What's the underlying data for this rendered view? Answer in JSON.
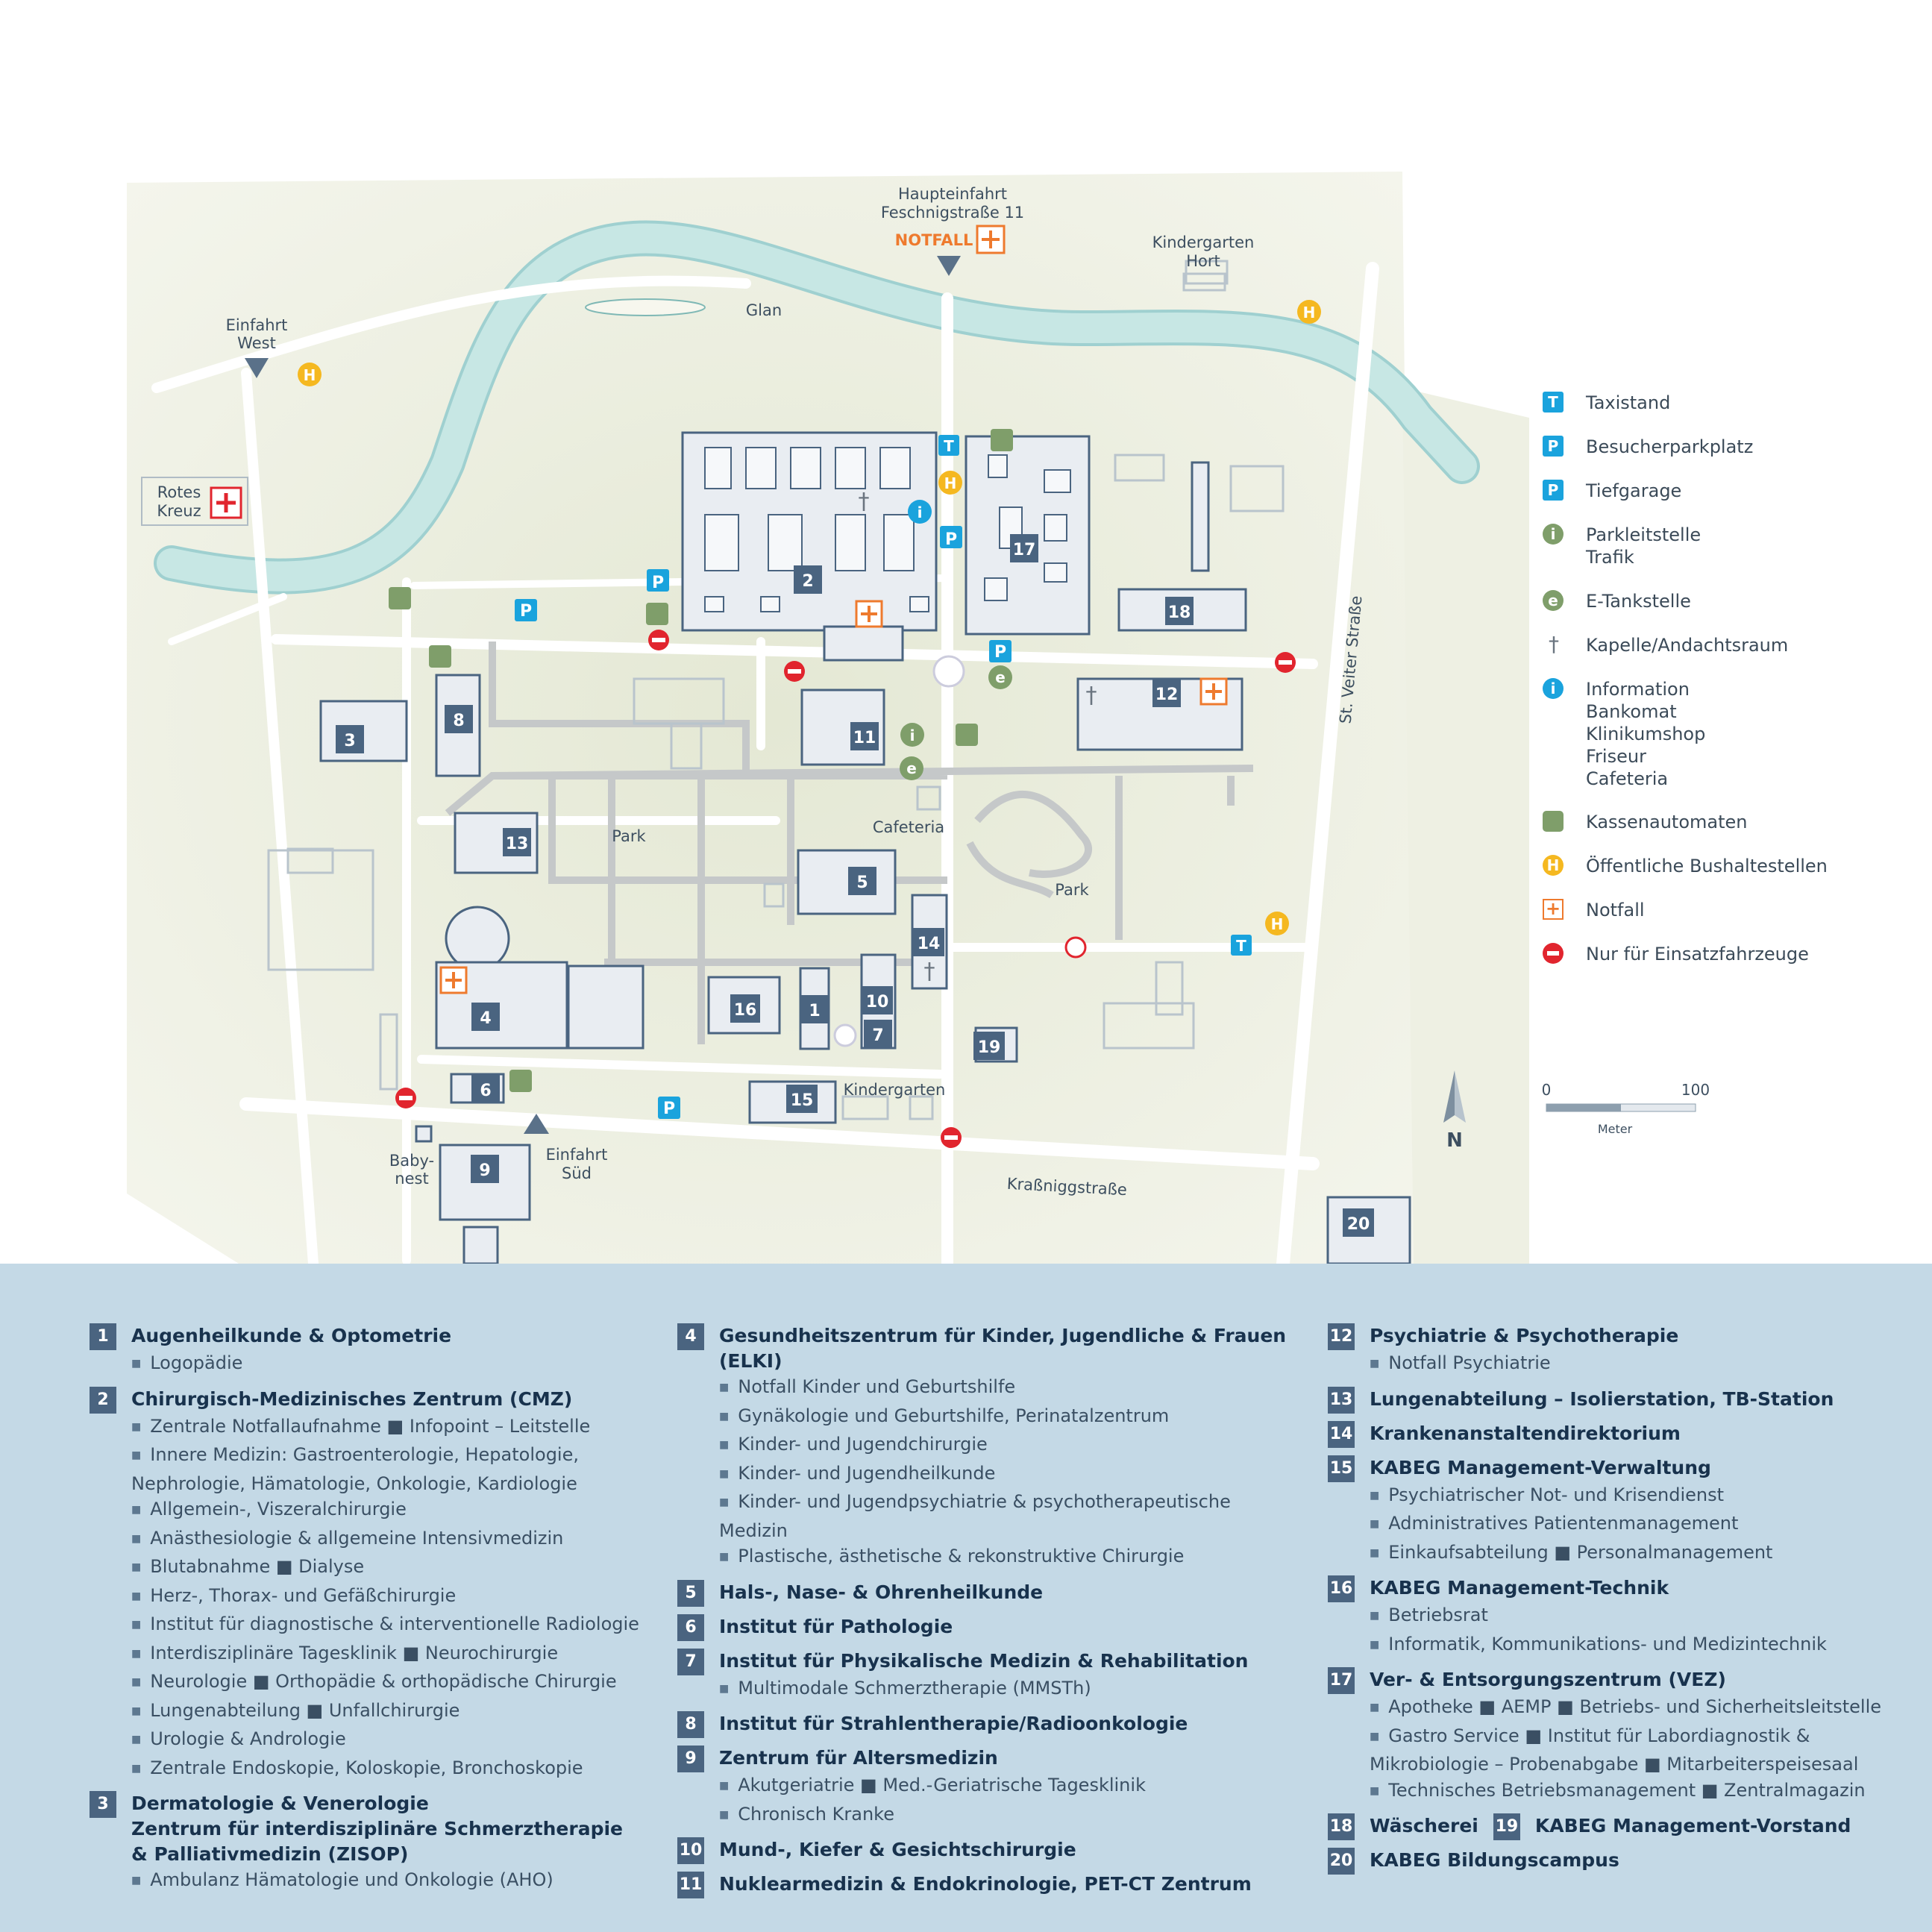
{
  "map": {
    "labels": {
      "haupteinfahrt": "Haupteinfahrt",
      "address": "Feschnigstraße 11",
      "notfall": "NOTFALL",
      "kindergarten_hort_1": "Kindergarten",
      "kindergarten_hort_2": "Hort",
      "einfahrt_west_1": "Einfahrt",
      "einfahrt_west_2": "West",
      "glan": "Glan",
      "rotes_kreuz_1": "Rotes",
      "rotes_kreuz_2": "Kreuz",
      "park_left": "Park",
      "park_right": "Park",
      "cafeteria": "Cafeteria",
      "kindergarten": "Kindergarten",
      "babynest_1": "Baby-",
      "babynest_2": "nest",
      "einfahrt_sued_1": "Einfahrt",
      "einfahrt_sued_2": "Süd",
      "krassniggstrasse": "Kraßniggstraße",
      "st_veiter_strasse": "St. Veiter Straße",
      "north": "N",
      "scale_0": "0",
      "scale_100": "100",
      "scale_unit": "Meter"
    },
    "buildings": [
      "1",
      "2",
      "3",
      "4",
      "5",
      "6",
      "7",
      "8",
      "9",
      "10",
      "11",
      "12",
      "13",
      "14",
      "15",
      "16",
      "17",
      "18",
      "19",
      "20"
    ],
    "icon_letters": {
      "taxi": "T",
      "parking": "P",
      "info": "i",
      "etank": "e",
      "bus": "H",
      "cross": "†"
    }
  },
  "legend": [
    {
      "icon": "taxi-icon",
      "lines": [
        "Taxistand"
      ]
    },
    {
      "icon": "parking-icon",
      "lines": [
        "Besucherparkplatz"
      ]
    },
    {
      "icon": "garage-icon",
      "lines": [
        "Tiefgarage"
      ]
    },
    {
      "icon": "parking-guide-icon",
      "lines": [
        "Parkleitstelle",
        "Trafik"
      ]
    },
    {
      "icon": "ev-charging-icon",
      "lines": [
        "E-Tankstelle"
      ]
    },
    {
      "icon": "chapel-icon",
      "lines": [
        "Kapelle/Andachtsraum"
      ]
    },
    {
      "icon": "info-icon",
      "lines": [
        "Information",
        "Bankomat",
        "Klinikumshop",
        "Friseur",
        "Cafeteria"
      ]
    },
    {
      "icon": "ticket-machine-icon",
      "lines": [
        "Kassenautomaten"
      ]
    },
    {
      "icon": "bus-stop-icon",
      "lines": [
        "Öffentliche Bushaltestellen"
      ]
    },
    {
      "icon": "emergency-icon",
      "lines": [
        "Notfall"
      ]
    },
    {
      "icon": "no-entry-icon",
      "lines": [
        "Nur für Einsatzfahrzeuge"
      ]
    }
  ],
  "directory": {
    "col1": [
      {
        "num": "1",
        "title": [
          "Augenheilkunde & Optometrie"
        ],
        "items": [
          "Logopädie"
        ]
      },
      {
        "num": "2",
        "title": [
          "Chirurgisch-Medizinisches Zentrum (CMZ)"
        ],
        "items": [
          "Zentrale Notfallaufnahme  ■  Infopoint – Leitstelle",
          "Innere Medizin: Gastroenterologie, Hepatologie, Nephrologie, Hämatologie, Onkologie, Kardiologie",
          "Allgemein-, Viszeralchirurgie",
          "Anästhesiologie & allgemeine Intensivmedizin",
          "Blutabnahme  ■  Dialyse",
          "Herz-, Thorax- und Gefäßchirurgie",
          "Institut für diagnostische & interventionelle Radiologie",
          "Interdisziplinäre Tagesklinik  ■  Neurochirurgie",
          "Neurologie  ■  Orthopädie & orthopädische Chirurgie",
          "Lungenabteilung  ■  Unfallchirurgie",
          "Urologie & Andrologie",
          "Zentrale Endoskopie, Koloskopie, Bronchoskopie"
        ]
      },
      {
        "num": "3",
        "title": [
          "Dermatologie & Venerologie",
          "Zentrum für interdisziplinäre Schmerztherapie",
          "& Palliativmedizin (ZISOP)"
        ],
        "items": [
          "Ambulanz Hämatologie und Onkologie (AHO)"
        ]
      }
    ],
    "col2": [
      {
        "num": "4",
        "title": [
          "Gesundheitszentrum für Kinder, Jugendliche & Frauen (ELKI)"
        ],
        "items": [
          "Notfall Kinder und Geburtshilfe",
          "Gynäkologie und Geburtshilfe, Perinatalzentrum",
          "Kinder- und Jugendchirurgie",
          "Kinder- und Jugendheilkunde",
          "Kinder- und Jugendpsychiatrie & psychotherapeutische Medizin",
          "Plastische, ästhetische & rekonstruktive Chirurgie"
        ]
      },
      {
        "num": "5",
        "title": [
          "Hals-, Nase- & Ohrenheilkunde"
        ],
        "items": []
      },
      {
        "num": "6",
        "title": [
          "Institut für Pathologie"
        ],
        "items": []
      },
      {
        "num": "7",
        "title": [
          "Institut für Physikalische Medizin & Rehabilitation"
        ],
        "items": [
          "Multimodale Schmerztherapie (MMSTh)"
        ]
      },
      {
        "num": "8",
        "title": [
          "Institut für Strahlentherapie/Radioonkologie"
        ],
        "items": []
      },
      {
        "num": "9",
        "title": [
          "Zentrum für Altersmedizin"
        ],
        "items": [
          "Akutgeriatrie ■ Med.-Geriatrische Tagesklinik",
          "Chronisch Kranke"
        ]
      },
      {
        "num": "10",
        "title": [
          "Mund-, Kiefer & Gesichtschirurgie"
        ],
        "items": []
      },
      {
        "num": "11",
        "title": [
          "Nuklearmedizin & Endokrinologie, PET-CT Zentrum"
        ],
        "items": []
      }
    ],
    "col3": [
      {
        "num": "12",
        "title": [
          "Psychiatrie & Psychotherapie"
        ],
        "items": [
          "Notfall Psychiatrie"
        ]
      },
      {
        "num": "13",
        "title": [
          "Lungenabteilung – Isolierstation, TB-Station"
        ],
        "items": []
      },
      {
        "num": "14",
        "title": [
          "Krankenanstaltendirektorium"
        ],
        "items": []
      },
      {
        "num": "15",
        "title": [
          "KABEG Management-Verwaltung"
        ],
        "items": [
          "Psychiatrischer Not- und Krisendienst",
          "Administratives Patientenmanagement",
          "Einkaufsabteilung  ■  Personalmanagement"
        ]
      },
      {
        "num": "16",
        "title": [
          "KABEG Management-Technik"
        ],
        "items": [
          "Betriebsrat",
          "Informatik, Kommunikations- und Medizintechnik"
        ]
      },
      {
        "num": "17",
        "title": [
          "Ver- & Entsorgungszentrum (VEZ)"
        ],
        "items": [
          "Apotheke  ■  AEMP  ■  Betriebs- und Sicherheitsleitstelle",
          "Gastro Service  ■  Institut für Labordiagnostik & Mikrobiologie – Probenabgabe  ■  Mitarbeiterspeisesaal",
          "Technisches Betriebsmanagement  ■  Zentralmagazin"
        ]
      }
    ],
    "pair_18_19": [
      {
        "num": "18",
        "title": "Wäscherei"
      },
      {
        "num": "19",
        "title": "KABEG Management-Vorstand"
      }
    ],
    "entry20": {
      "num": "20",
      "title": "KABEG Bildungscampus"
    }
  }
}
